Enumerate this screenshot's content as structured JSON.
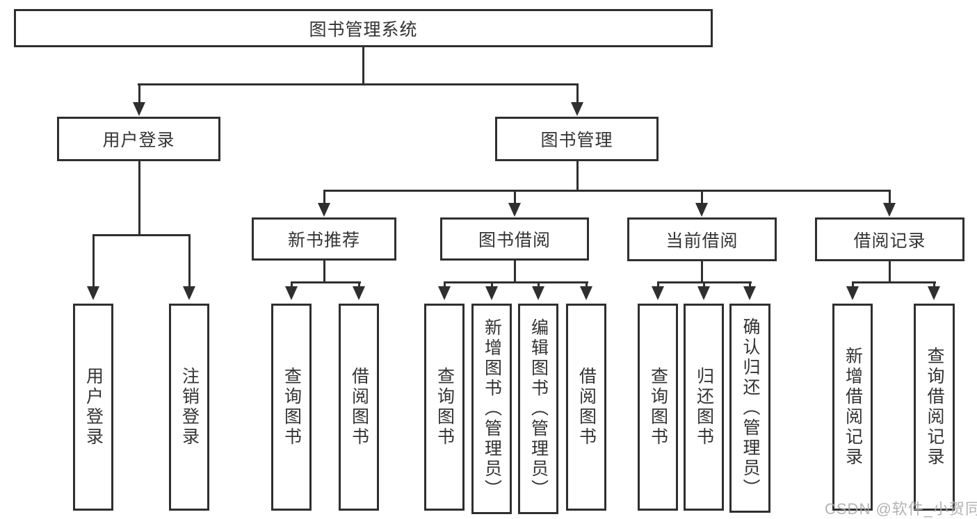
{
  "tree": {
    "label": "图书管理系统",
    "children": [
      {
        "label": "用户登录",
        "children": [
          {
            "label": "用户登录"
          },
          {
            "label": "注销登录"
          }
        ]
      },
      {
        "label": "图书管理",
        "children": [
          {
            "label": "新书推荐",
            "children": [
              {
                "label": "查询图书"
              },
              {
                "label": "借阅图书"
              }
            ]
          },
          {
            "label": "图书借阅",
            "children": [
              {
                "label": "查询图书"
              },
              {
                "label": "新增图书（管理员）"
              },
              {
                "label": "编辑图书（管理员）"
              },
              {
                "label": "借阅图书"
              }
            ]
          },
          {
            "label": "当前借阅",
            "children": [
              {
                "label": "查询图书"
              },
              {
                "label": "归还图书"
              },
              {
                "label": "确认归还（管理员）"
              }
            ]
          },
          {
            "label": "借阅记录",
            "children": [
              {
                "label": "新增借阅记录"
              },
              {
                "label": "查询借阅记录"
              }
            ]
          }
        ]
      }
    ]
  },
  "watermark": {
    "text": "CSDN @软件_小贺同学"
  },
  "colors": {
    "line": "#2f2f2f",
    "text": "#333333",
    "background": "#ffffff",
    "watermark": "#a8a8a8"
  }
}
